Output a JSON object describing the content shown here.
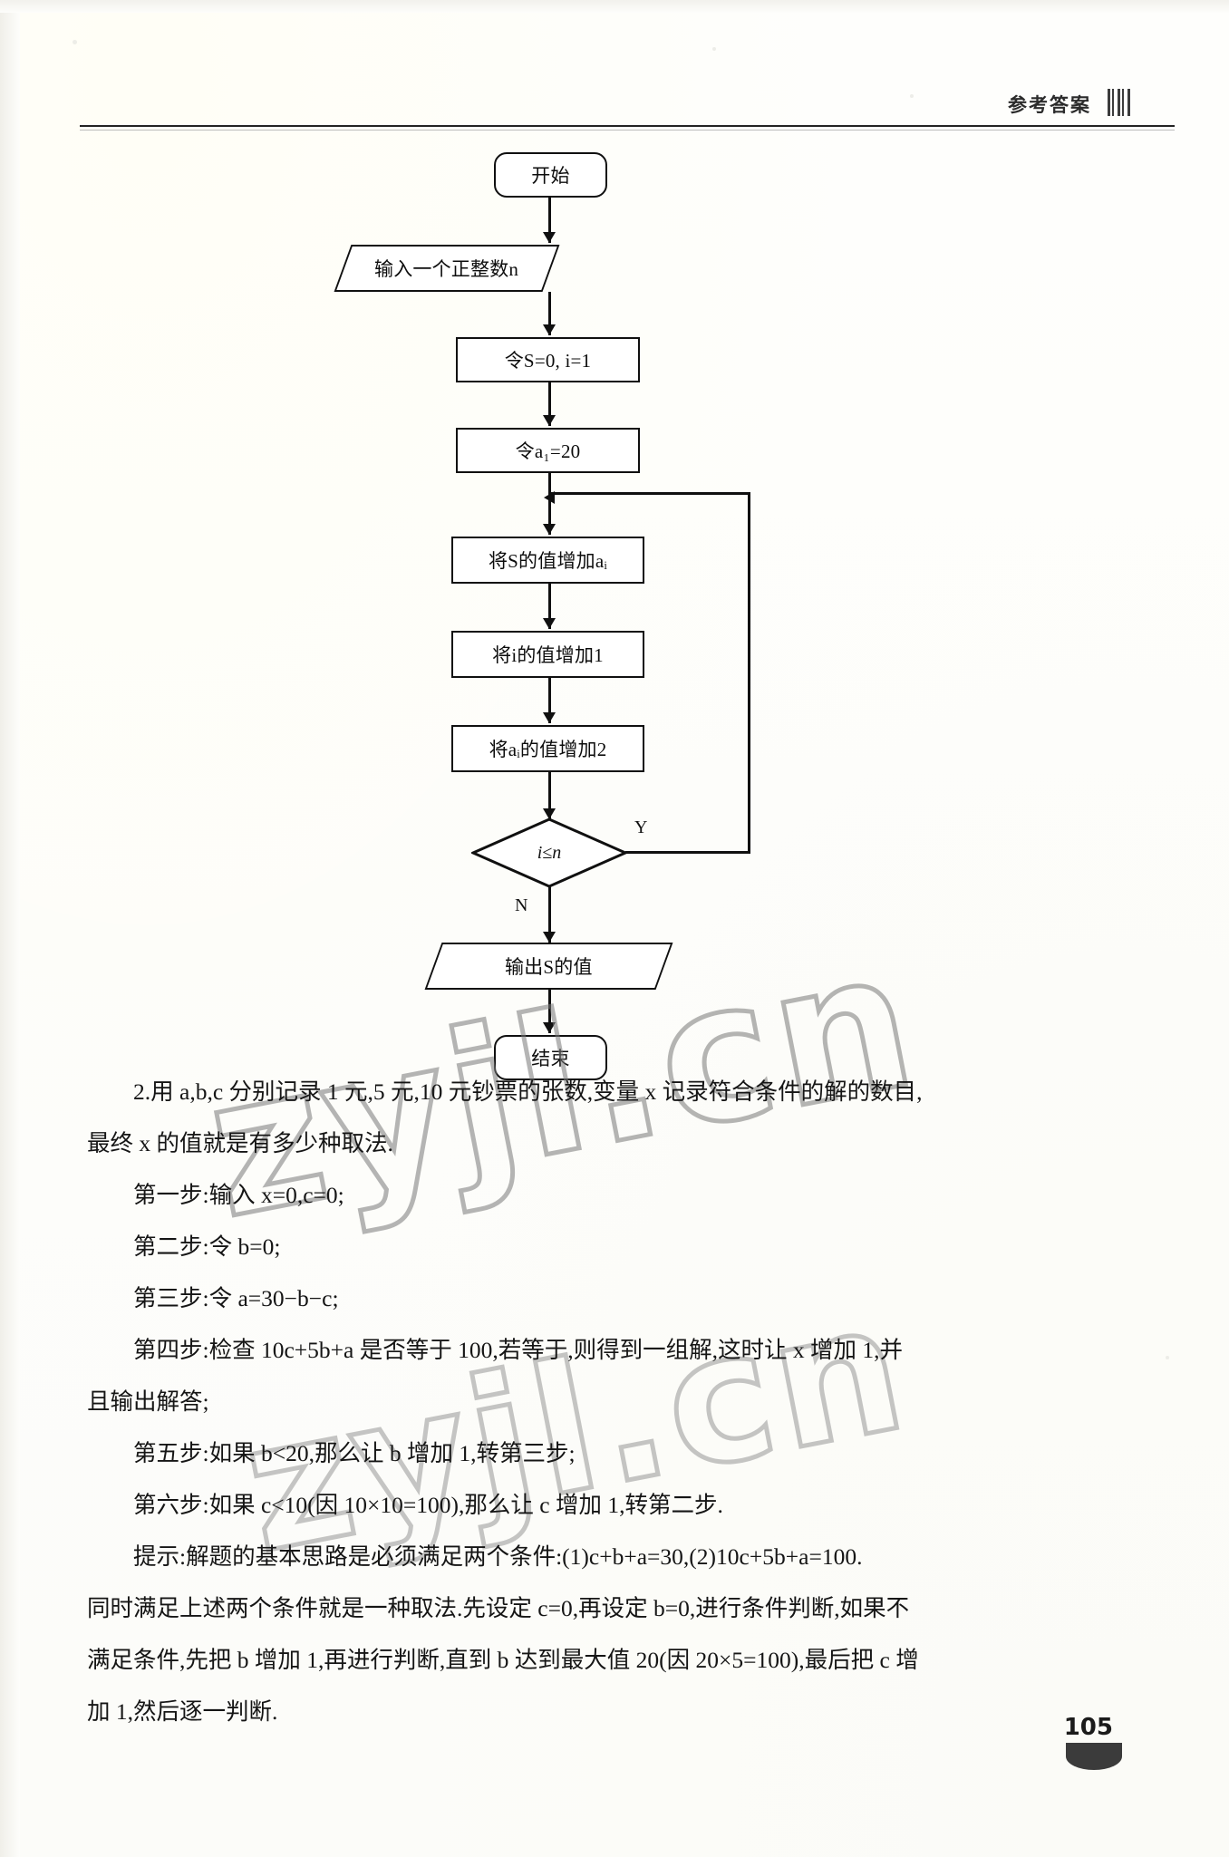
{
  "header": {
    "title": "参考答案",
    "mark_icon": "barcode-icon"
  },
  "flowchart": {
    "nodes": [
      {
        "id": "start",
        "shape": "terminator",
        "label": "开始"
      },
      {
        "id": "input",
        "shape": "parallelogram",
        "label": "输入一个正整数n"
      },
      {
        "id": "init1",
        "shape": "rectangle",
        "label": "令S=0, i=1"
      },
      {
        "id": "init2",
        "shape": "rectangle",
        "label": "令a₁=20"
      },
      {
        "id": "addS",
        "shape": "rectangle",
        "label": "将S的值增加aᵢ"
      },
      {
        "id": "addI",
        "shape": "rectangle",
        "label": "将i的值增加1"
      },
      {
        "id": "addA",
        "shape": "rectangle",
        "label": "将aᵢ的值增加2"
      },
      {
        "id": "test",
        "shape": "diamond",
        "label": "i≤n"
      },
      {
        "id": "output",
        "shape": "parallelogram",
        "label": "输出S的值"
      },
      {
        "id": "end",
        "shape": "terminator",
        "label": "结束"
      }
    ],
    "branch_labels": {
      "yes": "Y",
      "no": "N"
    }
  },
  "body": {
    "intro_1": "2.用 a,b,c 分别记录 1 元,5 元,10 元钞票的张数,变量 x 记录符合条件的解的数目,",
    "intro_2": "最终 x 的值就是有多少种取法.",
    "step_1": "第一步:输入 x=0,c=0;",
    "step_2": "第二步:令 b=0;",
    "step_3": "第三步:令 a=30−b−c;",
    "step_4a": "第四步:检查 10c+5b+a 是否等于 100,若等于,则得到一组解,这时让 x 增加 1,并",
    "step_4b": "且输出解答;",
    "step_5": "第五步:如果 b<20,那么让 b 增加 1,转第三步;",
    "step_6": "第六步:如果 c<10(因 10×10=100),那么让 c 增加 1,转第二步.",
    "hint_1": "提示:解题的基本思路是必须满足两个条件:(1)c+b+a=30,(2)10c+5b+a=100.",
    "hint_2": "同时满足上述两个条件就是一种取法.先设定 c=0,再设定 b=0,进行条件判断,如果不",
    "hint_3": "满足条件,先把 b 增加 1,再进行判断,直到 b 达到最大值 20(因 20×5=100),最后把 c 增",
    "hint_4": "加 1,然后逐一判断."
  },
  "watermark": {
    "text_1": "zyjl.cn",
    "text_2": "zyjl.cn"
  },
  "footer": {
    "page_number": "105"
  }
}
